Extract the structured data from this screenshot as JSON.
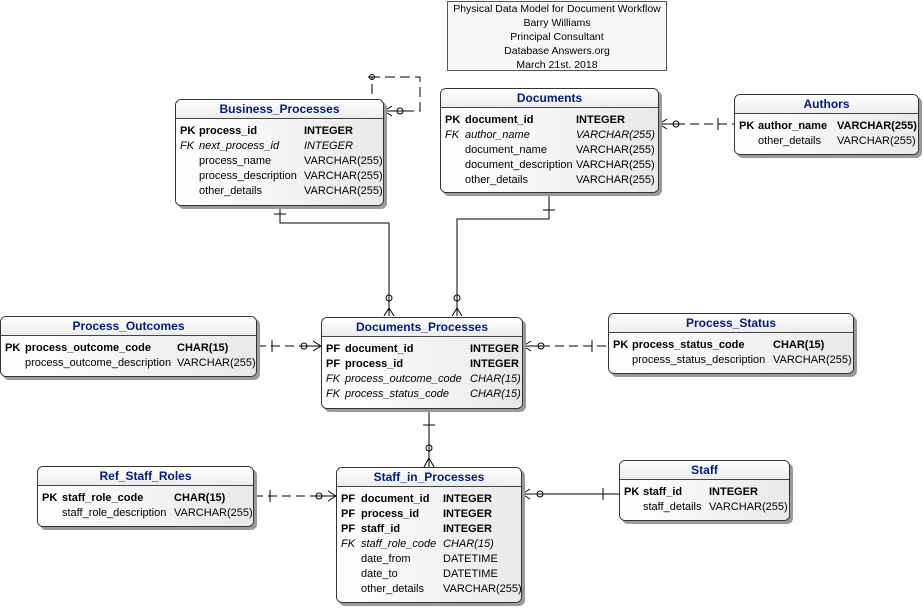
{
  "title_block": {
    "line1": "Physical Data Model for Document Workflow",
    "line2": "Barry Williams",
    "line3": "Principal Consultant",
    "line4": "Database Answers.org",
    "line5": "March 21st. 2018"
  },
  "entities": {
    "business_processes": {
      "name": "Business_Processes",
      "rows": [
        {
          "key": "PK",
          "name": "process_id",
          "type": "INTEGER"
        },
        {
          "key": "FK",
          "name": "next_process_id",
          "type": "INTEGER"
        },
        {
          "key": "",
          "name": "process_name",
          "type": "VARCHAR(255)"
        },
        {
          "key": "",
          "name": "process_description",
          "type": "VARCHAR(255)"
        },
        {
          "key": "",
          "name": "other_details",
          "type": "VARCHAR(255)"
        }
      ]
    },
    "documents": {
      "name": "Documents",
      "rows": [
        {
          "key": "PK",
          "name": "document_id",
          "type": "INTEGER"
        },
        {
          "key": "FK",
          "name": "author_name",
          "type": "VARCHAR(255)"
        },
        {
          "key": "",
          "name": "document_name",
          "type": "VARCHAR(255)"
        },
        {
          "key": "",
          "name": "document_description",
          "type": "VARCHAR(255)"
        },
        {
          "key": "",
          "name": "other_details",
          "type": "VARCHAR(255)"
        }
      ]
    },
    "authors": {
      "name": "Authors",
      "rows": [
        {
          "key": "PK",
          "name": "author_name",
          "type": "VARCHAR(255)"
        },
        {
          "key": "",
          "name": "other_details",
          "type": "VARCHAR(255)"
        }
      ]
    },
    "process_outcomes": {
      "name": "Process_Outcomes",
      "rows": [
        {
          "key": "PK",
          "name": "process_outcome_code",
          "type": "CHAR(15)"
        },
        {
          "key": "",
          "name": "process_outcome_description",
          "type": "VARCHAR(255)"
        }
      ]
    },
    "documents_processes": {
      "name": "Documents_Processes",
      "rows": [
        {
          "key": "PF",
          "name": "document_id",
          "type": "INTEGER"
        },
        {
          "key": "PF",
          "name": "process_id",
          "type": "INTEGER"
        },
        {
          "key": "FK",
          "name": "process_outcome_code",
          "type": "CHAR(15)"
        },
        {
          "key": "FK",
          "name": "process_status_code",
          "type": "CHAR(15)"
        }
      ]
    },
    "process_status": {
      "name": "Process_Status",
      "rows": [
        {
          "key": "PK",
          "name": "process_status_code",
          "type": "CHAR(15)"
        },
        {
          "key": "",
          "name": "process_status_description",
          "type": "VARCHAR(255)"
        }
      ]
    },
    "ref_staff_roles": {
      "name": "Ref_Staff_Roles",
      "rows": [
        {
          "key": "PK",
          "name": "staff_role_code",
          "type": "CHAR(15)"
        },
        {
          "key": "",
          "name": "staff_role_description",
          "type": "VARCHAR(255)"
        }
      ]
    },
    "staff_in_processes": {
      "name": "Staff_in_Processes",
      "rows": [
        {
          "key": "PF",
          "name": "document_id",
          "type": "INTEGER"
        },
        {
          "key": "PF",
          "name": "process_id",
          "type": "INTEGER"
        },
        {
          "key": "PF",
          "name": "staff_id",
          "type": "INTEGER"
        },
        {
          "key": "FK",
          "name": "staff_role_code",
          "type": "CHAR(15)"
        },
        {
          "key": "",
          "name": "date_from",
          "type": "DATETIME"
        },
        {
          "key": "",
          "name": "date_to",
          "type": "DATETIME"
        },
        {
          "key": "",
          "name": "other_details",
          "type": "VARCHAR(255)"
        }
      ]
    },
    "staff": {
      "name": "Staff",
      "rows": [
        {
          "key": "PK",
          "name": "staff_id",
          "type": "INTEGER"
        },
        {
          "key": "",
          "name": "staff_details",
          "type": "VARCHAR(255)"
        }
      ]
    }
  },
  "colors": {
    "entity_title": "#001a80",
    "line": "#000000",
    "shadow": "#9a9a9a"
  }
}
